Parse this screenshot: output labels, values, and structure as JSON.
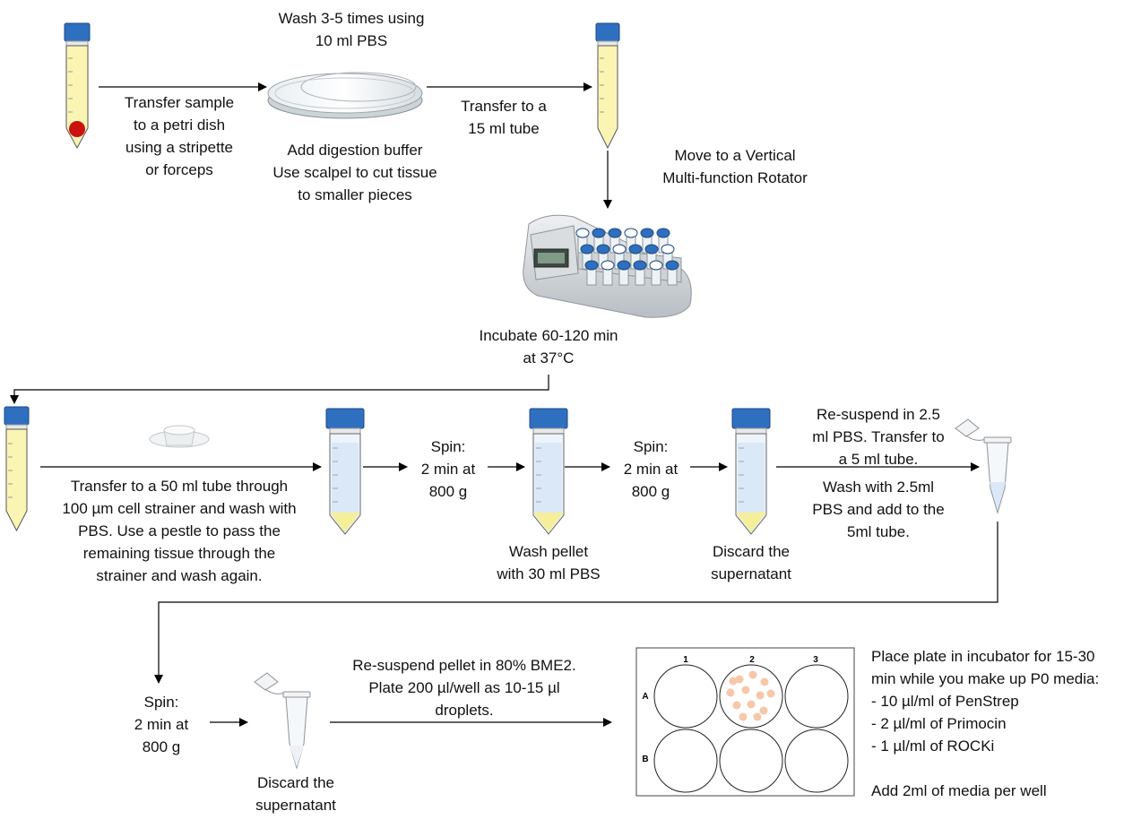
{
  "steps": {
    "wash_petri": [
      "Wash 3-5 times using",
      "10 ml PBS"
    ],
    "transfer_petri": [
      "Transfer sample",
      "to a petri dish",
      "using a stripette",
      "or forceps"
    ],
    "digest": [
      "Add digestion buffer",
      "Use scalpel to cut tissue",
      "to smaller pieces"
    ],
    "transfer_15ml": [
      "Transfer to a",
      "15 ml tube"
    ],
    "rotator": [
      "Move to a Vertical",
      "Multi-function Rotator"
    ],
    "incubate": [
      "Incubate 60-120 min",
      "at 37°C"
    ],
    "strainer": [
      "Transfer to a 50 ml tube through",
      "100 µm cell strainer and wash with",
      "PBS. Use a pestle to pass the",
      "remaining tissue through the",
      "strainer and wash again."
    ],
    "spin1": [
      "Spin:",
      "2 min at",
      "800 g"
    ],
    "wash_pellet": [
      "Wash pellet",
      "with 30 ml PBS"
    ],
    "spin2": [
      "Spin:",
      "2 min at",
      "800 g"
    ],
    "discard1": [
      "Discard the",
      "supernatant"
    ],
    "resuspend_pbs": [
      "Re-suspend in 2.5",
      "ml PBS. Transfer to",
      "a 5 ml tube."
    ],
    "wash_2_5": [
      "Wash with 2.5ml",
      "PBS and add to the",
      "5ml tube."
    ],
    "spin3": [
      "Spin:",
      "2 min at",
      "800 g"
    ],
    "discard2": [
      "Discard the",
      "supernatant"
    ],
    "bme2": [
      "Re-suspend pellet in 80% BME2.",
      "Plate 200 µl/well as 10-15 µl",
      "droplets."
    ],
    "incubator": [
      "Place plate in incubator for 15-30",
      "min while you make up P0 media:",
      "-  10 µl/ml of PenStrep",
      "-  2 µl/ml of Primocin",
      "-  1 µl/ml of ROCKi",
      "",
      "Add 2ml of media per well"
    ]
  },
  "plate": {
    "columns": [
      "1",
      "2",
      "3"
    ],
    "rows": [
      "A",
      "B"
    ]
  },
  "colors": {
    "cap_blue": "#2f6fbf",
    "tube_yellow": "#fbf5b4",
    "sample_red": "#cc1111",
    "liquid_blue": "#dbe8f7",
    "pellet_yellow": "#f6ef9a",
    "droplet": "#f6c7a9"
  }
}
